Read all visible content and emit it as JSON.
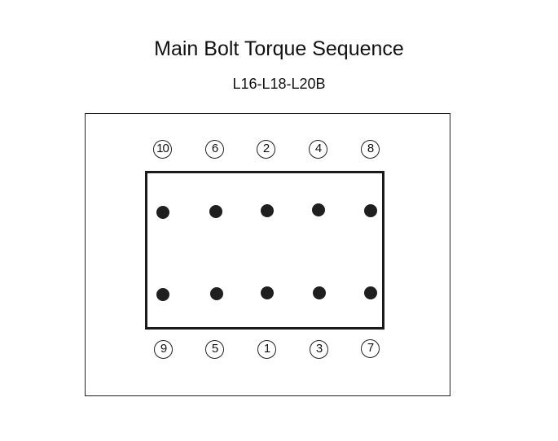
{
  "title": "Main Bolt Torque Sequence",
  "subtitle": "L16-L18-L20B",
  "columns": 5,
  "top_sequence": [
    "10",
    "6",
    "2",
    "4",
    "8"
  ],
  "bottom_sequence": [
    "9",
    "5",
    "1",
    "3",
    "7"
  ],
  "bolt_rows": 2
}
